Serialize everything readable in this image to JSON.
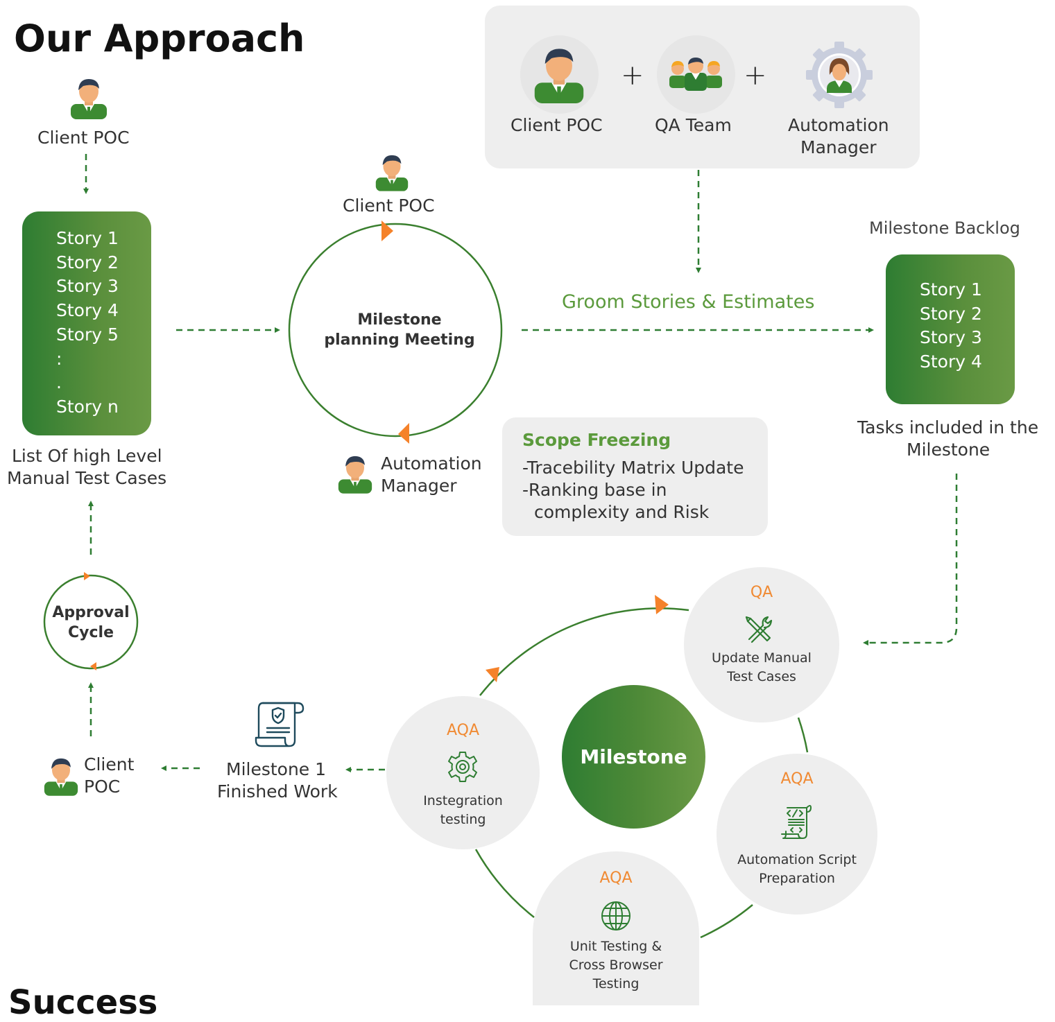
{
  "title": "Our Approach",
  "footer_title": "Success",
  "left": {
    "client_poc_top": "Client POC",
    "stories": [
      "Story 1",
      "Story 2",
      "Story 3",
      "Story 4",
      "Story 5",
      ":",
      ".",
      "Story n"
    ],
    "caption_line1": "List Of high Level",
    "caption_line2": "Manual Test Cases",
    "approval_line1": "Approval",
    "approval_line2": "Cycle",
    "client_poc_bottom_line1": "Client",
    "client_poc_bottom_line2": "POC"
  },
  "planning": {
    "client_poc": "Client POC",
    "title_line1": "Milestone",
    "title_line2": "planning Meeting",
    "automation_line1": "Automation",
    "automation_line2": "Manager"
  },
  "team_card": {
    "client_poc": "Client POC",
    "qa_team": "QA Team",
    "automation_line1": "Automation",
    "automation_line2": "Manager",
    "plus1": "+",
    "plus2": "+"
  },
  "groom": "Groom Stories & Estimates",
  "scope": {
    "title": "Scope Freezing",
    "line1": "-Tracebility Matrix Update",
    "line2": "-Ranking base in",
    "line3": "complexity and Risk"
  },
  "backlog": {
    "title": "Milestone Backlog",
    "stories": [
      "Story 1",
      "Story 2",
      "Story 3",
      "Story 4"
    ],
    "caption_line1": "Tasks included in the",
    "caption_line2": "Milestone"
  },
  "cycle": {
    "center": "Milestone",
    "stages": [
      {
        "role": "QA",
        "label_lines": [
          "Update Manual",
          "Test Cases"
        ],
        "icon": "tools-icon"
      },
      {
        "role": "AQA",
        "label_lines": [
          "Automation Script",
          "Preparation"
        ],
        "icon": "script-icon"
      },
      {
        "role": "AQA",
        "label_lines": [
          "Unit Testing &",
          "Cross Browser",
          "Testing"
        ],
        "icon": "globe-icon"
      },
      {
        "role": "AQA",
        "label_lines": [
          "Instegration",
          "testing"
        ],
        "icon": "gear-icon"
      }
    ]
  },
  "finished": {
    "line1": "Milestone 1",
    "line2": "Finished Work"
  },
  "colors": {
    "green": "#2e7d32",
    "green_light": "#6a9a45",
    "orange": "#f5822a",
    "gray_card": "#eeeeee"
  }
}
